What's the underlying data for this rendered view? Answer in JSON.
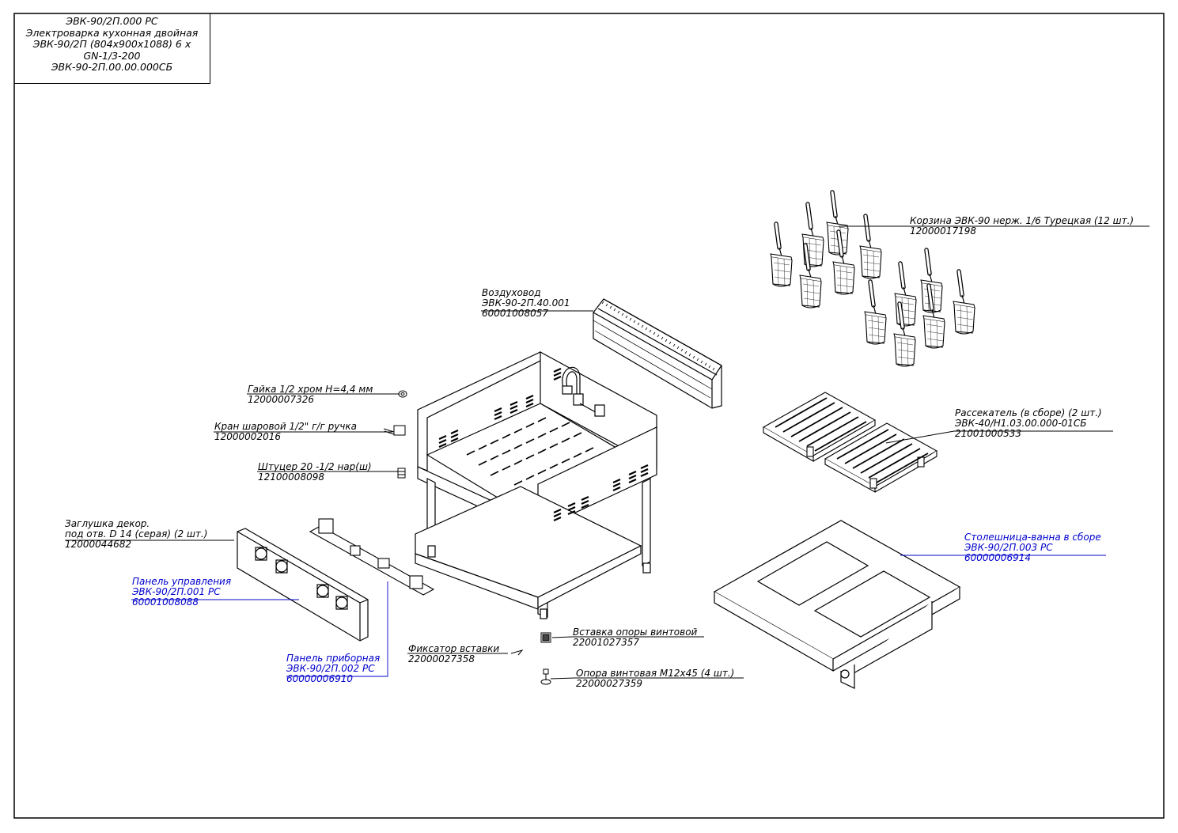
{
  "title_block": {
    "lines": [
      "ЭВК-90/2П.000 РС",
      "Электроварка кухонная двойная",
      "ЭВК-90/2П (804х900х1088) 6 х",
      "GN-1/3-200",
      "ЭВК-90-2П.00.00.000СБ"
    ]
  },
  "colors": {
    "line": "#000000",
    "assembly": "#0000cc",
    "background": "#ffffff"
  },
  "callouts": {
    "basket": {
      "name": "Корзина ЭВК-90 нерж. 1/6 Турецкая (12 шт.)",
      "code": "12000017198"
    },
    "air_duct": {
      "name": "Воздуховод",
      "drawing": "ЭВК-90-2П.40.001",
      "code": "60001008057"
    },
    "nut": {
      "name": "Гайка 1/2 хром Н=4,4 мм",
      "code": "12000007326"
    },
    "ball_valve": {
      "name": "Кран шаровой 1/2\" г/г ручка",
      "code": "12000002016"
    },
    "fitting": {
      "name": "Штуцер 20 -1/2 нар(ш)",
      "code": "12100008098"
    },
    "plug": {
      "name": "Заглушка декор.",
      "name2": "под отв. D 14 (серая) (2 шт.)",
      "code": "12000044682"
    },
    "control_panel": {
      "name": "Панель управления",
      "drawing": "ЭВК-90/2П.001 РС",
      "code": "60001008088"
    },
    "instrument_panel": {
      "name": "Панель приборная",
      "drawing": "ЭВК-90/2П.002 РС",
      "code": "60000006910"
    },
    "insert_lock": {
      "name": "Фиксатор вставки",
      "code": "22000027358"
    },
    "support_insert": {
      "name": "Вставка опоры винтовой",
      "code": "22001027357"
    },
    "screw_support": {
      "name": "Опора винтовая М12х45 (4 шт.)",
      "code": "22000027359"
    },
    "diffuser": {
      "name": "Рассекатель (в сборе) (2 шт.)",
      "drawing": "ЭВК-40/Н1.03.00.000-01СБ",
      "code": "21001000533"
    },
    "tabletop": {
      "name": "Столешница-ванна в сборе",
      "drawing": "ЭВК-90/2П.003 РС",
      "code": "60000006914"
    }
  }
}
